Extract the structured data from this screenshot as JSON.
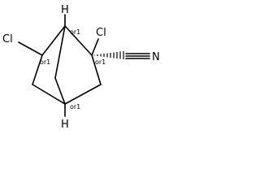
{
  "molecule": {
    "atoms": {
      "cl_left": "Cl",
      "cl_right": "Cl",
      "h_top": "H",
      "h_bottom": "H",
      "n_nitrile": "N"
    },
    "stereo_labels": {
      "c_left": "or1",
      "c_top": "or1",
      "c_right": "or1",
      "c_bottom": "or1"
    }
  }
}
